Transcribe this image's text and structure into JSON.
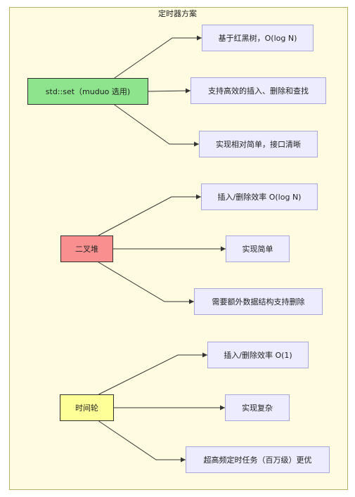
{
  "diagram": {
    "title": "定时器方案",
    "nodes": [
      {
        "id": "set",
        "label": "std::set（muduo 选用)",
        "kind": "set"
      },
      {
        "id": "set-1",
        "label": "基于红黑树，O(log N)",
        "kind": "leaf"
      },
      {
        "id": "set-2",
        "label": "支持高效的插入、删除和查找",
        "kind": "leaf"
      },
      {
        "id": "set-3",
        "label": "实现相对简单，接口清晰",
        "kind": "leaf"
      },
      {
        "id": "heap",
        "label": "二叉堆",
        "kind": "heap"
      },
      {
        "id": "heap-1",
        "label": "插入/删除效率 O(log N)",
        "kind": "leaf"
      },
      {
        "id": "heap-2",
        "label": "实现简单",
        "kind": "leaf"
      },
      {
        "id": "heap-3",
        "label": "需要额外数据结构支持删除",
        "kind": "leaf"
      },
      {
        "id": "wheel",
        "label": "时间轮",
        "kind": "wheel"
      },
      {
        "id": "wheel-1",
        "label": "插入/删除效率 O(1)",
        "kind": "leaf"
      },
      {
        "id": "wheel-2",
        "label": "实现复杂",
        "kind": "leaf"
      },
      {
        "id": "wheel-3",
        "label": "超高频定时任务（百万级）更优",
        "kind": "leaf"
      }
    ],
    "edges": [
      {
        "from": "set",
        "to": "set-1"
      },
      {
        "from": "set",
        "to": "set-2"
      },
      {
        "from": "set",
        "to": "set-3"
      },
      {
        "from": "heap",
        "to": "heap-1"
      },
      {
        "from": "heap",
        "to": "heap-2"
      },
      {
        "from": "heap",
        "to": "heap-3"
      },
      {
        "from": "wheel",
        "to": "wheel-1"
      },
      {
        "from": "wheel",
        "to": "wheel-2"
      },
      {
        "from": "wheel",
        "to": "wheel-3"
      }
    ]
  }
}
